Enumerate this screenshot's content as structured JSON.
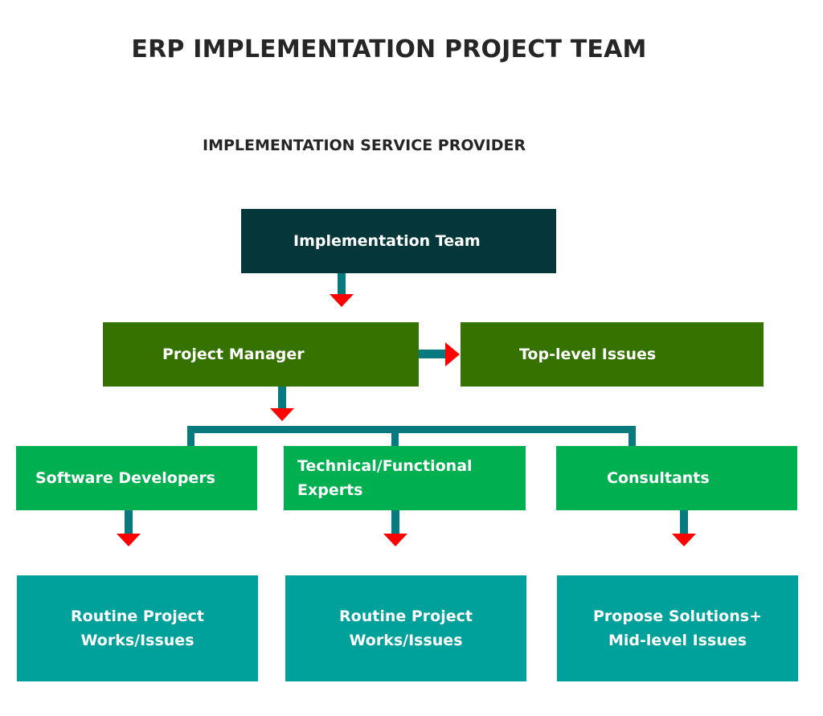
{
  "title": "ERP IMPLEMENTATION PROJECT TEAM",
  "subtitle": "IMPLEMENTATION SERVICE PROVIDER",
  "colors": {
    "implementation_team": "#05363a",
    "management_level": "#367200",
    "team_roles": "#00b050",
    "responsibilities": "#00a19a",
    "connector": "#077a80",
    "arrowhead": "#ff0000"
  },
  "nodes": {
    "implementation_team": "Implementation Team",
    "project_manager": "Project Manager",
    "top_level_issues": "Top-level Issues",
    "software_developers": "Software Developers",
    "technical_functional_experts": [
      "Technical/Functional",
      "Experts"
    ],
    "consultants": "Consultants",
    "dev_responsibility": [
      "Routine Project",
      "Works/Issues"
    ],
    "experts_responsibility": [
      "Routine Project",
      "Works/Issues"
    ],
    "consultants_responsibility": [
      "Propose Solutions+",
      "Mid-level Issues"
    ]
  },
  "edges": [
    {
      "from": "Implementation Team",
      "to": "Project Manager"
    },
    {
      "from": "Project Manager",
      "to": "Top-level Issues"
    },
    {
      "from": "Project Manager",
      "to": "Software Developers"
    },
    {
      "from": "Project Manager",
      "to": "Technical/Functional Experts"
    },
    {
      "from": "Project Manager",
      "to": "Consultants"
    },
    {
      "from": "Software Developers",
      "to": "Routine Project Works/Issues"
    },
    {
      "from": "Technical/Functional Experts",
      "to": "Routine Project Works/Issues"
    },
    {
      "from": "Consultants",
      "to": "Propose Solutions+ Mid-level Issues"
    }
  ]
}
